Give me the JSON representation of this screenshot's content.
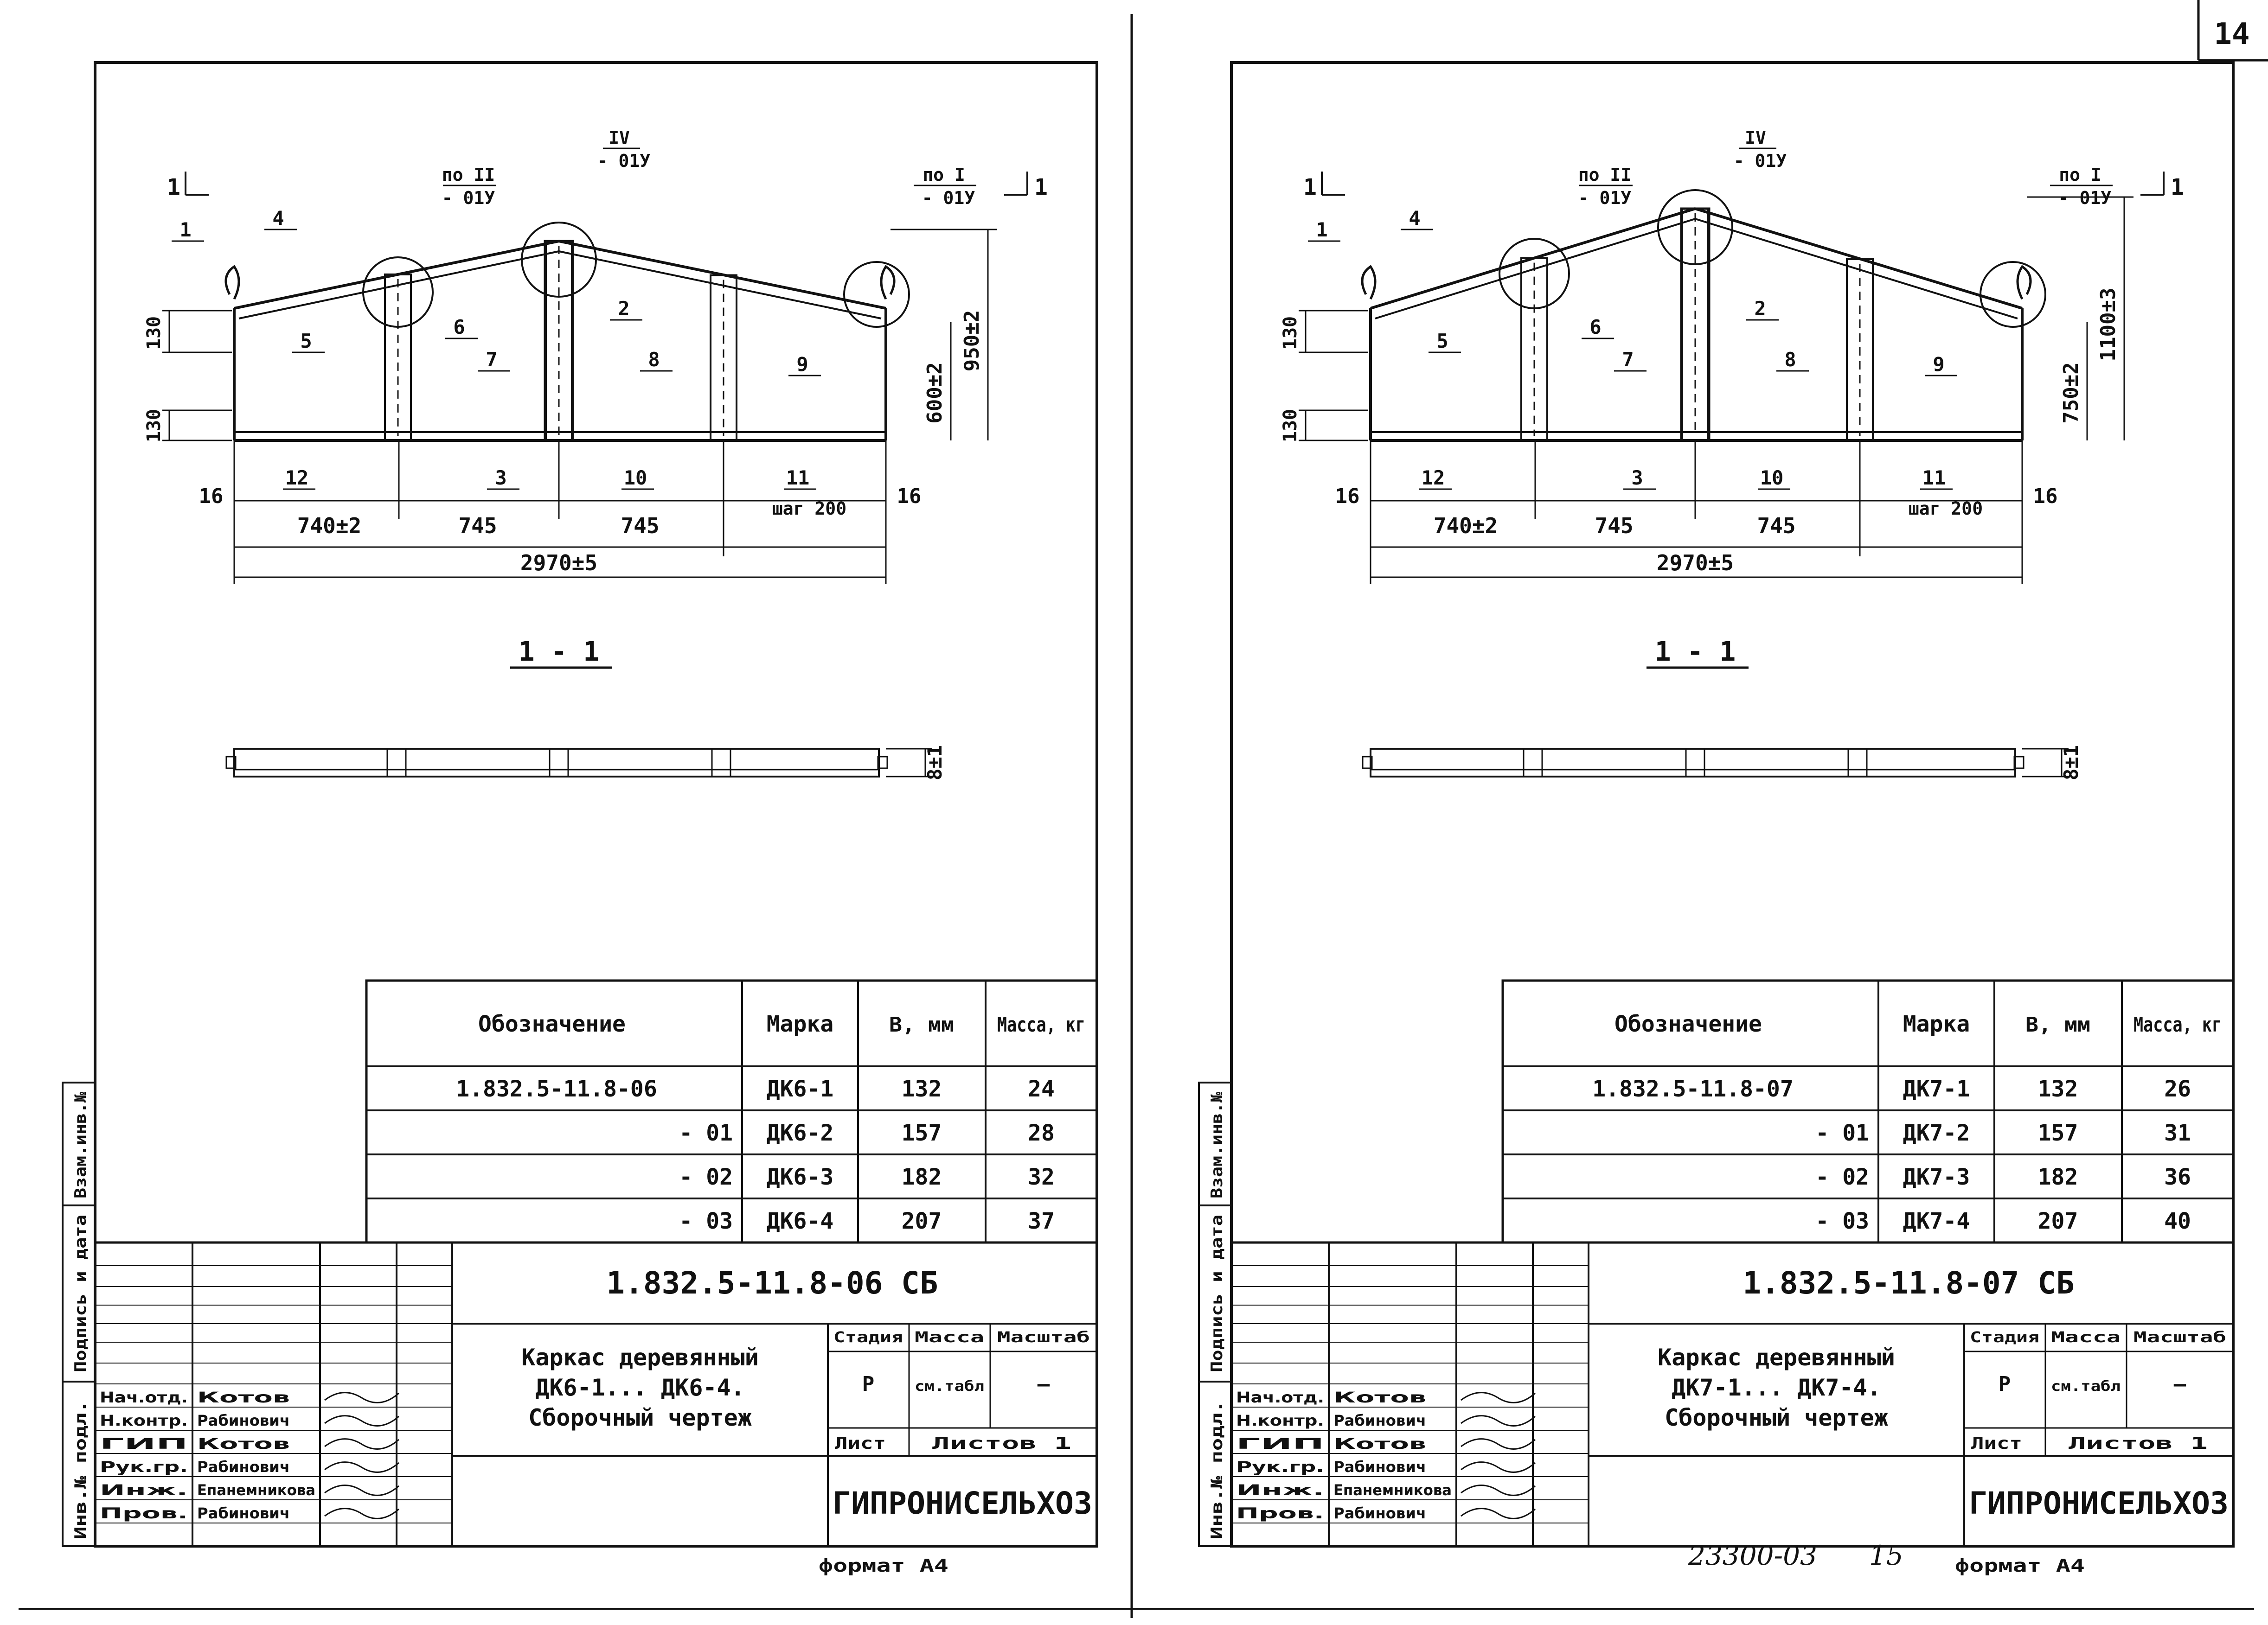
{
  "page_number": "14",
  "bottom_code": "23300-03",
  "bottom_num": "15",
  "sheets": [
    {
      "doc_code": "1.832.5-11.8-06 СБ",
      "title_lines": [
        "Каркас деревянный",
        "ДК6-1... ДК6-4.",
        "Сборочный чертеж"
      ],
      "format": "формат А4",
      "org": "ГИПРОНИСЕЛЬХОЗ",
      "dims": {
        "w_total": "2970±5",
        "w_left": "740±2",
        "w_mid1": "745",
        "w_mid2": "745",
        "h_total": "950±2",
        "h_mid": "600±2",
        "edge_top": "130",
        "edge_bot": "130",
        "end_left": "16",
        "end_right": "16",
        "step": "шаг 200",
        "thick": "8±1"
      },
      "section_label": "1 - 1",
      "section_mark": "1",
      "callouts": {
        "c1": "по II",
        "c1b": "- 01У",
        "c2": "IV",
        "c2b": "- 01У",
        "c3": "по I",
        "c3b": "- 01У"
      },
      "parts": [
        "1",
        "2",
        "3",
        "4",
        "5",
        "6",
        "7",
        "8",
        "9",
        "10",
        "11",
        "12"
      ],
      "table": {
        "headers": [
          "Обозначение",
          "Марка",
          "В, мм",
          "Масса, кг"
        ],
        "rows": [
          [
            "1.832.5-11.8-06",
            "ДК6-1",
            "132",
            "24"
          ],
          [
            "- 01",
            "ДК6-2",
            "157",
            "28"
          ],
          [
            "- 02",
            "ДК6-3",
            "182",
            "32"
          ],
          [
            "- 03",
            "ДК6-4",
            "207",
            "37"
          ]
        ]
      },
      "stamp": {
        "roles": [
          "Нач.отд.",
          "Н.контр.",
          "ГИП",
          "Рук.гр.",
          "Инж.",
          "Пров."
        ],
        "names": [
          "Котов",
          "Рабинович",
          "Котов",
          "Рабинович",
          "Епанемникова",
          "Рабинович"
        ],
        "stage_h": "Стадия",
        "mass_h": "Масса",
        "scale_h": "Масштаб",
        "stage": "Р",
        "mass": "см.табл",
        "scale": "—",
        "sheet": "Лист",
        "sheets": "Листов 1",
        "side": [
          "Инв.№ подл.",
          "Подпись и дата",
          "Взам.инв.№"
        ]
      }
    },
    {
      "doc_code": "1.832.5-11.8-07 СБ",
      "title_lines": [
        "Каркас деревянный",
        "ДК7-1... ДК7-4.",
        "Сборочный чертеж"
      ],
      "format": "формат А4",
      "org": "ГИПРОНИСЕЛЬХОЗ",
      "dims": {
        "w_total": "2970±5",
        "w_left": "740±2",
        "w_mid1": "745",
        "w_mid2": "745",
        "h_total": "1100±3",
        "h_mid": "750±2",
        "edge_top": "130",
        "edge_bot": "130",
        "end_left": "16",
        "end_right": "16",
        "step": "шаг 200",
        "thick": "8±1"
      },
      "section_label": "1 - 1",
      "section_mark": "1",
      "callouts": {
        "c1": "по II",
        "c1b": "- 01У",
        "c2": "IV",
        "c2b": "- 01У",
        "c3": "по I",
        "c3b": "- 01У"
      },
      "parts": [
        "1",
        "2",
        "3",
        "4",
        "5",
        "6",
        "7",
        "8",
        "9",
        "10",
        "11",
        "12"
      ],
      "table": {
        "headers": [
          "Обозначение",
          "Марка",
          "В, мм",
          "Масса, кг"
        ],
        "rows": [
          [
            "1.832.5-11.8-07",
            "ДК7-1",
            "132",
            "26"
          ],
          [
            "- 01",
            "ДК7-2",
            "157",
            "31"
          ],
          [
            "- 02",
            "ДК7-3",
            "182",
            "36"
          ],
          [
            "- 03",
            "ДК7-4",
            "207",
            "40"
          ]
        ]
      },
      "stamp": {
        "roles": [
          "Нач.отд.",
          "Н.контр.",
          "ГИП",
          "Рук.гр.",
          "Инж.",
          "Пров."
        ],
        "names": [
          "Котов",
          "Рабинович",
          "Котов",
          "Рабинович",
          "Епанемникова",
          "Рабинович"
        ],
        "stage_h": "Стадия",
        "mass_h": "Масса",
        "scale_h": "Масштаб",
        "stage": "Р",
        "mass": "см.табл",
        "scale": "—",
        "sheet": "Лист",
        "sheets": "Листов 1",
        "side": [
          "Инв.№ подл.",
          "Подпись и дата",
          "Взам.инв.№"
        ]
      }
    }
  ]
}
